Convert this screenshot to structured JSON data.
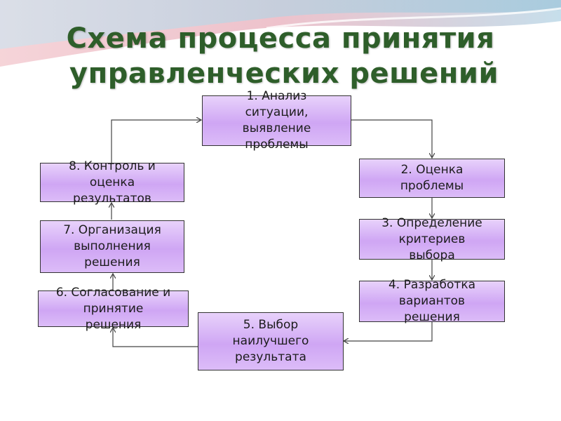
{
  "title": {
    "line1": "Схема процесса принятия",
    "line2": "управленческих решений"
  },
  "steps": [
    {
      "text": "1. Анализ\nситуации,\nвыявление\nпроблемы"
    },
    {
      "text": "2. Оценка\nпроблемы"
    },
    {
      "text": "3. Определение\nкритериев\nвыбора"
    },
    {
      "text": "4. Разработка\nвариантов\nрешения"
    },
    {
      "text": "5. Выбор\nнаилучшего\nрезультата"
    },
    {
      "text": "6. Согласование и\nпринятие\nрешения"
    },
    {
      "text": "7. Организация\nвыполнения\nрешения"
    },
    {
      "text": "8. Контроль и\nоценка\nрезультатов"
    }
  ],
  "colors": {
    "title": "#2e5e2a",
    "box_fill": "#cfa6f4",
    "connector": "#444444"
  }
}
